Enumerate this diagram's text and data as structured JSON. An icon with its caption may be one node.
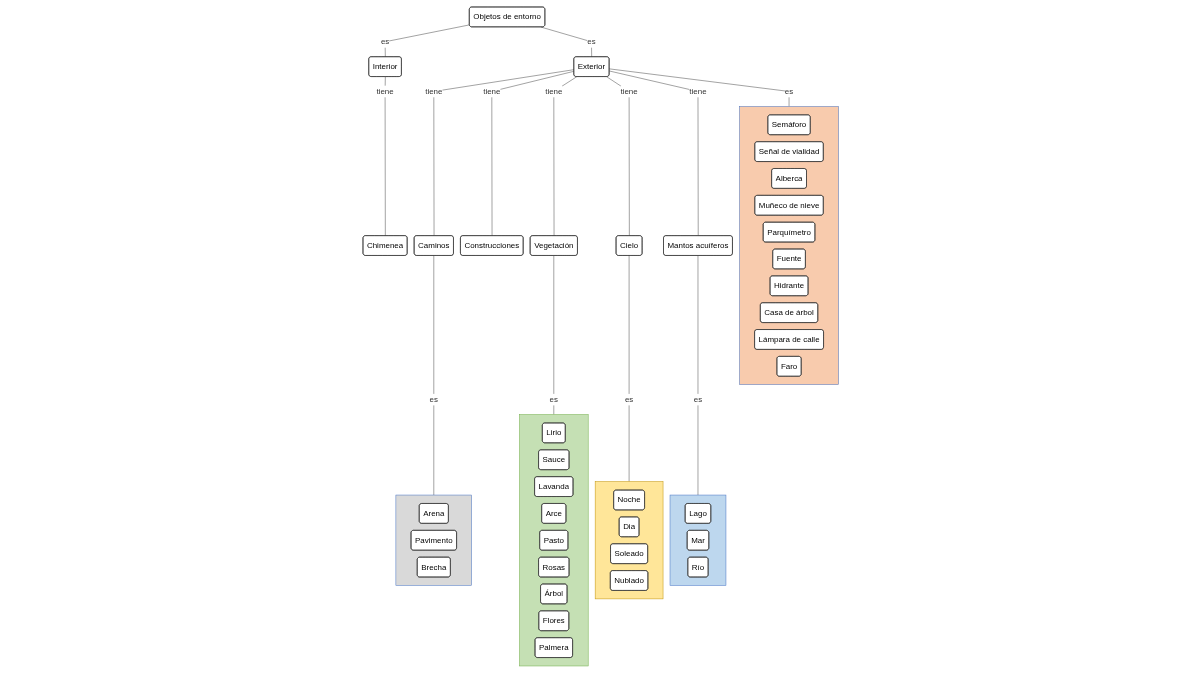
{
  "diagram": {
    "nodes": [
      {
        "text": [
          "Objetos de entorno"
        ]
      },
      {
        "text": [
          "Interior"
        ]
      },
      {
        "text": [
          "Chimenea"
        ]
      },
      {
        "text": [
          "Caminos"
        ]
      },
      {
        "text": [
          "Construcciones"
        ]
      },
      {
        "text": [
          "Exterior"
        ]
      },
      {
        "text": [],
        "shape": "box"
      },
      {
        "text": [
          "Arena"
        ],
        "in": 6
      },
      {
        "text": [
          "Pavimento"
        ],
        "in": 6
      },
      {
        "text": [
          "Brecha"
        ],
        "in": 6
      },
      {
        "text": [
          "Vegetación"
        ]
      },
      {
        "text": [
          "Cielo"
        ]
      },
      {
        "text": [
          "Mantos acuíferos"
        ]
      },
      {
        "text": [],
        "shape": "box"
      },
      {
        "text": [
          "Lirio"
        ],
        "in": 13
      },
      {
        "text": [
          "Sauce"
        ],
        "in": 13
      },
      {
        "text": [
          "Lavanda"
        ],
        "in": 13
      },
      {
        "text": [
          "Arce"
        ],
        "in": 13
      },
      {
        "text": [
          "Pasto"
        ],
        "in": 13
      },
      {
        "text": [
          "Rosas"
        ],
        "in": 13
      },
      {
        "text": [
          "Árbol"
        ],
        "in": 13
      },
      {
        "text": [
          "Flores"
        ],
        "in": 13
      },
      {
        "text": [
          "Palmera"
        ],
        "in": 13
      },
      {
        "text": [],
        "shape": "box"
      },
      {
        "text": [
          "Noche"
        ],
        "in": 23
      },
      {
        "text": [
          "Dia"
        ],
        "in": 23
      },
      {
        "text": [
          "Soleado"
        ],
        "in": 23
      },
      {
        "text": [
          "Nublado"
        ],
        "in": 23
      },
      {
        "text": [],
        "shape": "box"
      },
      {
        "text": [
          "Lago"
        ],
        "in": 28
      },
      {
        "text": [
          "Mar"
        ],
        "in": 28
      },
      {
        "text": [
          "Río"
        ],
        "in": 28
      },
      {
        "text": [],
        "shape": "box"
      },
      {
        "text": [
          "Semáforo"
        ],
        "in": 32
      },
      {
        "text": [
          "Señal de vialidad"
        ],
        "in": 32
      },
      {
        "text": [
          "Alberca"
        ],
        "in": 32
      },
      {
        "text": [
          "Muñeco de nieve"
        ],
        "in": 32
      },
      {
        "text": [
          "Parquímetro"
        ],
        "in": 32
      },
      {
        "text": [
          "Fuente"
        ],
        "in": 32
      },
      {
        "text": [
          "Hidrante"
        ],
        "in": 32
      },
      {
        "text": [
          "Casa de árbol"
        ],
        "in": 32
      },
      {
        "text": [
          "Lámpara de calle"
        ],
        "in": 32
      },
      {
        "text": [
          "Faro"
        ],
        "in": 32
      }
    ],
    "edges": [
      {
        "from": 0,
        "to": 1,
        "label": "es",
        "arrow": "none"
      },
      {
        "from": 1,
        "to": 2,
        "label": "tiene",
        "arrow": "none"
      },
      {
        "from": 0,
        "to": 5,
        "label": "es",
        "arrow": "none"
      },
      {
        "from": 5,
        "to": 3,
        "label": "tiene",
        "arrow": "none"
      },
      {
        "from": 5,
        "to": 4,
        "label": "tiene",
        "arrow": "none"
      },
      {
        "from": 3,
        "to": 6,
        "label": "es",
        "arrow": "none"
      },
      {
        "from": 5,
        "to": 10,
        "label": "tiene",
        "arrow": "none"
      },
      {
        "from": 5,
        "to": 11,
        "label": "tiene",
        "arrow": "none"
      },
      {
        "from": 5,
        "to": 12,
        "label": "tiene",
        "arrow": "none"
      },
      {
        "from": 5,
        "to": 32,
        "label": "es",
        "arrow": "none"
      },
      {
        "from": 10,
        "to": 13,
        "label": "es",
        "arrow": "none"
      },
      {
        "from": 11,
        "to": 23,
        "label": "es",
        "arrow": "none"
      },
      {
        "from": 12,
        "to": 28,
        "label": "es",
        "arrow": "none"
      }
    ]
  }
}
